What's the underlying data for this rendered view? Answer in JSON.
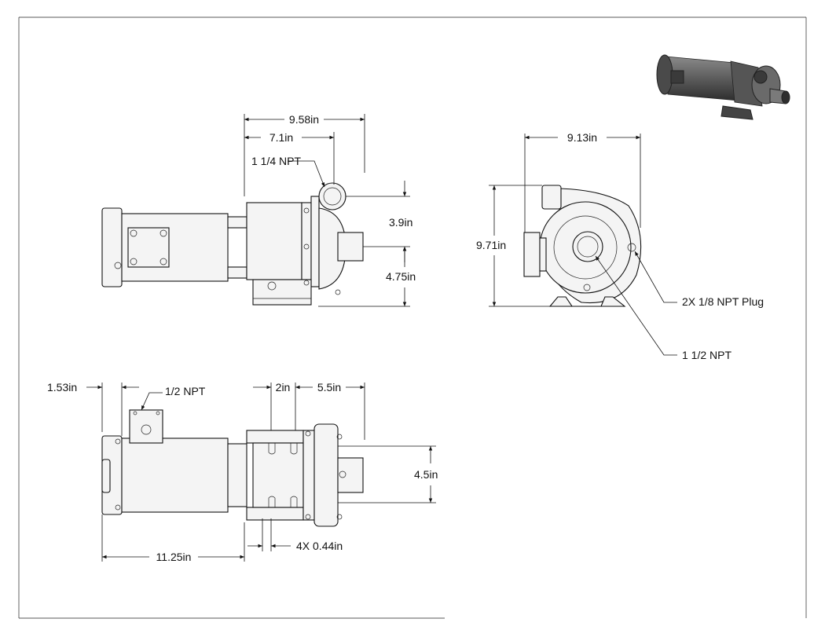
{
  "drawing": {
    "side_view": {
      "overall_length": "9.58in",
      "flange_length": "7.1in",
      "discharge_port": "1 1/4 NPT",
      "discharge_height": "3.9in",
      "shaft_height": "4.75in"
    },
    "front_view": {
      "width": "9.13in",
      "height": "9.71in",
      "plug_note": "2X 1/8 NPT Plug",
      "suction_port": "1 1/2 NPT"
    },
    "top_view": {
      "rear_offset": "1.53in",
      "conduit_port": "1/2 NPT",
      "bracket_width": "2in",
      "head_length": "5.5in",
      "foot_spacing": "4.5in",
      "mount_holes": "4X 0.44in",
      "motor_length": "11.25in"
    }
  },
  "colors": {
    "line": "#111111",
    "fill_light": "#f4f4f4",
    "fill_dark": "#cfcfcf",
    "render_body": "#5a5a5a"
  }
}
